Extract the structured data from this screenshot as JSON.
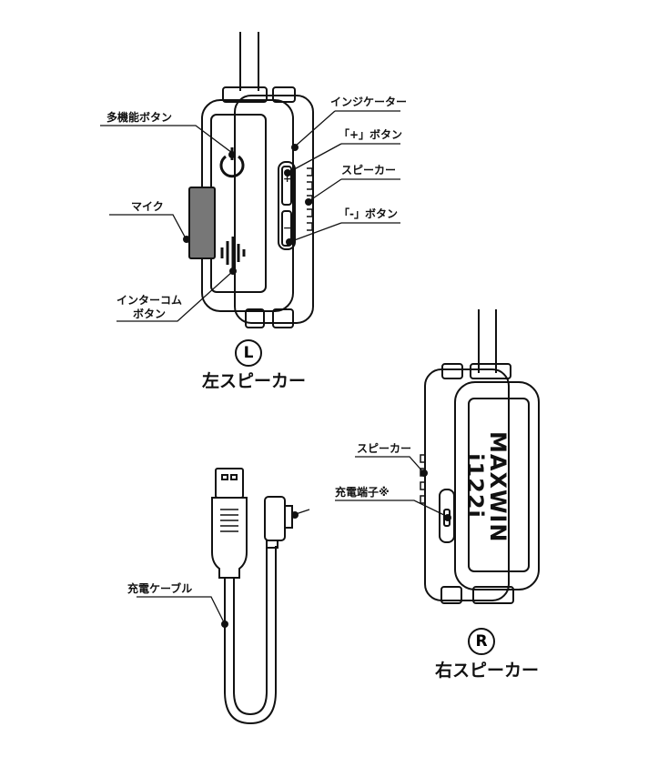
{
  "left_speaker": {
    "caption": "左スピーカー",
    "badge": "L",
    "labels": {
      "multi_button": "多機能ボタン",
      "mic": "マイク",
      "intercom_button_line1": "インターコム",
      "intercom_button_line2": "ボタン",
      "indicator": "インジケーター",
      "plus_button": "「+」ボタン",
      "speaker": "スピーカー",
      "minus_button": "「-」ボタン"
    },
    "button_marks": {
      "plus": "+",
      "minus": "−"
    }
  },
  "right_speaker": {
    "caption": "右スピーカー",
    "badge": "R",
    "labels": {
      "speaker": "スピーカー",
      "charge_port": "充電端子※"
    },
    "logo_line1": "MAXWIN",
    "logo_line2": "i122i"
  },
  "cable": {
    "label": "充電ケーブル"
  }
}
